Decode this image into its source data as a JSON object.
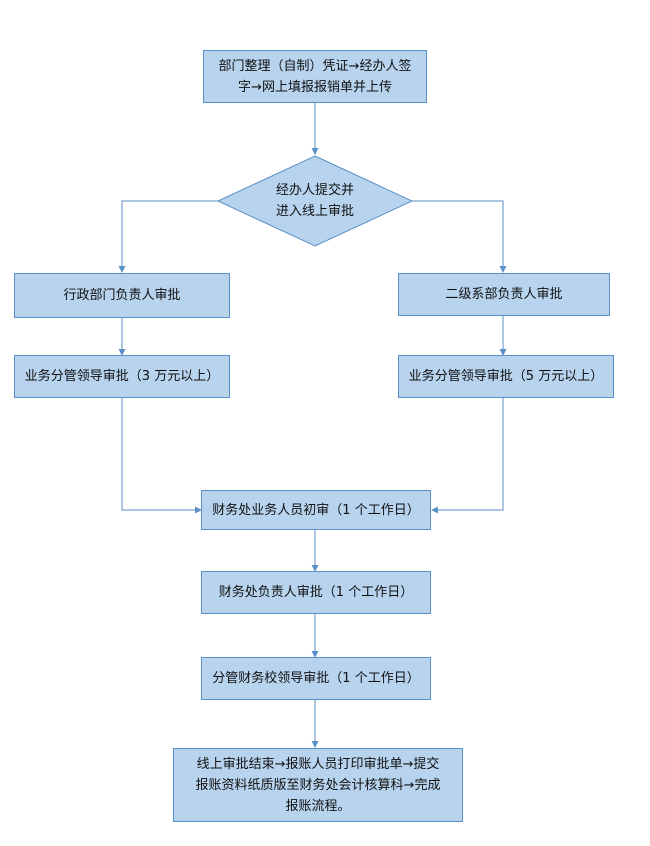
{
  "colors": {
    "box_fill": "#b7d3ee",
    "box_border": "#5b8fc7",
    "connector": "#5b8fc7"
  },
  "nodes": {
    "start": {
      "line1": "部门整理（自制）凭证→经办人签",
      "line2": "字→网上填报报销单并上传"
    },
    "decision": {
      "line1": "经办人提交并",
      "line2": "进入线上审批"
    },
    "left_dept": "行政部门负责人审批",
    "right_dept": "二级系部负责人审批",
    "left_leader": "业务分管领导审批（3 万元以上）",
    "right_leader": "业务分管领导审批（5 万元以上）",
    "finance_staff": "财务处业务人员初审（1 个工作日）",
    "finance_head": "财务处负责人审批（1 个工作日）",
    "finance_leader": "分管财务校领导审批（1 个工作日）",
    "end": {
      "line1": "线上审批结束→报账人员打印审批单→提交",
      "line2": "报账资料纸质版至财务处会计核算科→完成",
      "line3": "报账流程。"
    }
  }
}
